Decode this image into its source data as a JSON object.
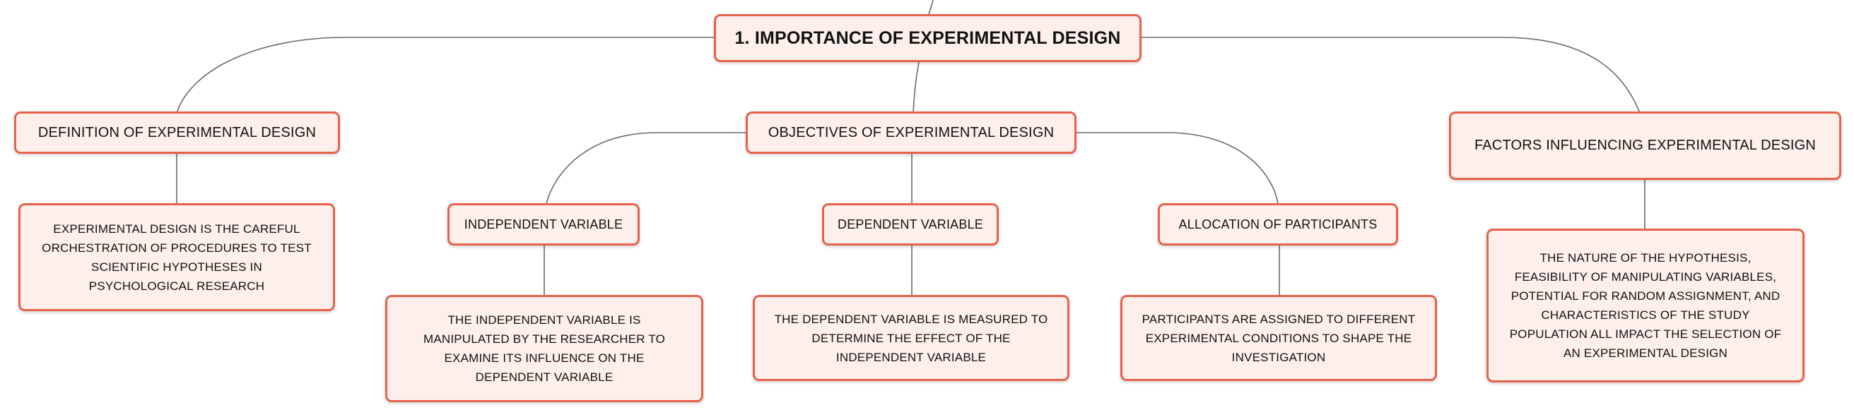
{
  "root": {
    "title": "1. IMPORTANCE OF EXPERIMENTAL DESIGN"
  },
  "branches": {
    "definition": {
      "title": "DEFINITION OF EXPERIMENTAL DESIGN",
      "description": "EXPERIMENTAL DESIGN IS THE CAREFUL ORCHESTRATION OF PROCEDURES TO TEST SCIENTIFIC HYPOTHESES IN PSYCHOLOGICAL RESEARCH"
    },
    "objectives": {
      "title": "OBJECTIVES OF EXPERIMENTAL DESIGN",
      "independent": {
        "title": "INDEPENDENT VARIABLE",
        "description": "THE INDEPENDENT VARIABLE IS MANIPULATED BY THE RESEARCHER TO EXAMINE ITS INFLUENCE ON THE DEPENDENT VARIABLE"
      },
      "dependent": {
        "title": "DEPENDENT VARIABLE",
        "description": "THE DEPENDENT VARIABLE IS MEASURED TO DETERMINE THE EFFECT OF THE INDEPENDENT VARIABLE"
      },
      "allocation": {
        "title": "ALLOCATION OF PARTICIPANTS",
        "description": "PARTICIPANTS ARE ASSIGNED TO DIFFERENT EXPERIMENTAL CONDITIONS TO SHAPE THE INVESTIGATION"
      }
    },
    "factors": {
      "title": "FACTORS INFLUENCING EXPERIMENTAL DESIGN",
      "description": "THE NATURE OF THE HYPOTHESIS, FEASIBILITY OF MANIPULATING VARIABLES, POTENTIAL FOR RANDOM ASSIGNMENT, AND CHARACTERISTICS OF THE STUDY POPULATION ALL IMPACT THE SELECTION OF AN EXPERIMENTAL DESIGN"
    }
  },
  "colors": {
    "node_border": "#e8614c",
    "node_fill": "#fdf0eb",
    "connector": "#6a6a6a",
    "text": "#111111"
  }
}
